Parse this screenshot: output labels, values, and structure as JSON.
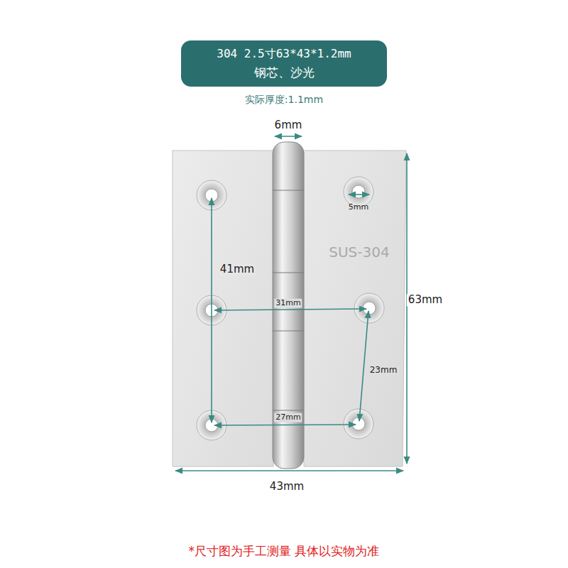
{
  "diagram": {
    "nodes": [
      {
        "text": [
          "304 2.5寸63*43*1.2mm",
          "钢芯、沙光"
        ]
      }
    ],
    "labels": [
      "实际厚度:1.1mm",
      "6mm",
      "5mm",
      "SUS-304",
      "41mm",
      "31mm",
      "63mm",
      "23mm",
      "27mm",
      "43mm",
      "*尺寸图为手工测量 具体以实物为准"
    ]
  }
}
